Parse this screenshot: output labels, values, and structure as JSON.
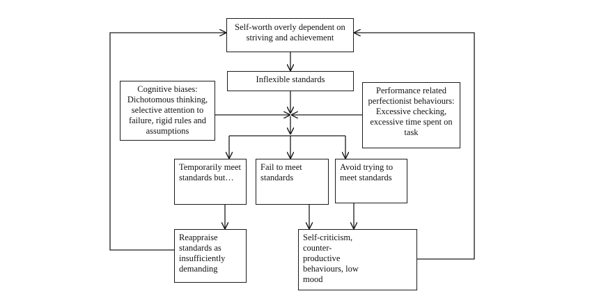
{
  "boxes": {
    "self_worth": "Self-worth overly dependent on striving and achievement",
    "inflexible": "Inflexible standards",
    "cognitive": "Cognitive biases: Dichotomous thinking, selective attention to failure, rigid rules and assumptions",
    "performance": "Performance related perfectionist behaviours: Excessive checking, excessive time spent on task",
    "temporarily": "Temporarily meet standards but…",
    "fail": "Fail to meet standards",
    "avoid": "Avoid trying to meet standards",
    "reappraise": "Reappraise standards as insufficiently demanding",
    "self_criticism": "Self-criticism, counter-productive behaviours, low mood"
  }
}
